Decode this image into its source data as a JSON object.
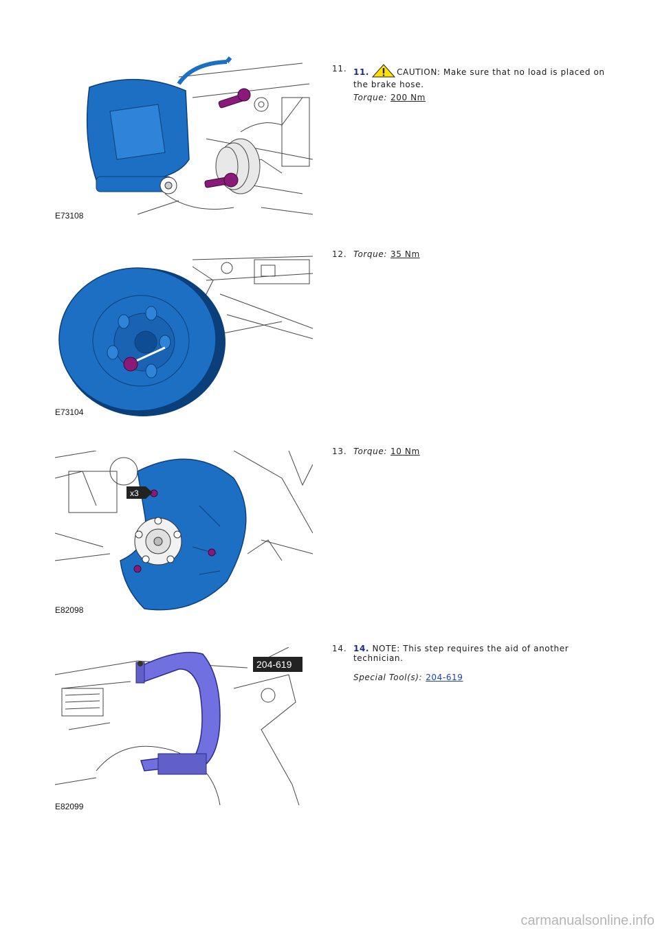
{
  "steps": [
    {
      "number": "11.",
      "bold_prefix": "11.",
      "text": "CAUTION: Make sure that no load is placed on the brake hose.",
      "has_warning_icon": true,
      "spec_label": "Torque:",
      "spec_value": "200 Nm",
      "figure_label": "E73108"
    },
    {
      "number": "12.",
      "spec_label": "Torque:",
      "spec_value": "35 Nm",
      "figure_label": "E73104"
    },
    {
      "number": "13.",
      "spec_label": "Torque:",
      "spec_value": "10 Nm",
      "figure_label": "E82098",
      "callout": "x3"
    },
    {
      "number": "14.",
      "bold_prefix": "14.",
      "text": "NOTE: This step requires the aid of another technician.",
      "spec_label": "Special Tool(s):",
      "spec_value": "204-619",
      "figure_label": "E82099",
      "tool_tag": "204-619"
    }
  ],
  "colors": {
    "part_blue": "#1d6fc4",
    "bolt_purple": "#8a1a7a",
    "tool_purple": "#7070e0",
    "link": "#1e3fb0"
  },
  "footer": "carmanualsonline.info"
}
